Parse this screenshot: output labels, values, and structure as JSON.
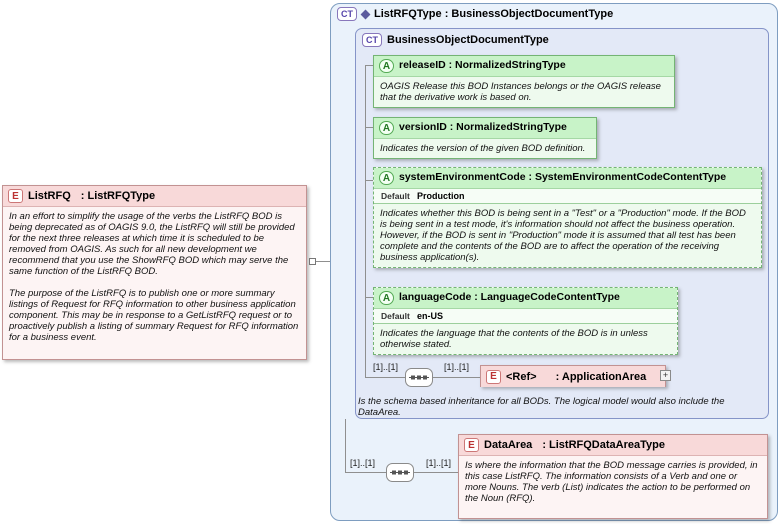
{
  "colors": {
    "element_header": "#f8d9d9",
    "element_border": "#c29292",
    "attribute_header": "#c8f3c8",
    "attribute_border": "#74b474",
    "complextype_outer_bg": "#eaf2fb",
    "complextype_inner_bg": "#e3e9f7",
    "complextype_border": "#7e9dc0"
  },
  "left_element": {
    "badge": "E",
    "name": "ListRFQ",
    "type": ": ListRFQType",
    "doc1": "In an effort to simplify the usage of the verbs the ListRFQ BOD is being deprecated as of OAGIS 9.0, the ListRFQ will still be provided for the next three releases at which time it is scheduled to be removed from OAGIS. As such for all new development we recommend that you use the ShowRFQ BOD which may serve the same function of the ListRFQ BOD.",
    "doc2": "The purpose of the ListRFQ is to publish one or more summary listings of Request for RFQ information to other business application component. This may be in response to a GetListRFQ request or to proactively publish a listing of summary Request for RFQ information for a business event."
  },
  "outer_ct": {
    "badge": "CT",
    "title": "ListRFQType : BusinessObjectDocumentType"
  },
  "inner_ct": {
    "badge": "CT",
    "title": "BusinessObjectDocumentType",
    "footer_doc": "Is the schema based inheritance for all BODs. The logical model would also include the DataArea."
  },
  "attributes": [
    {
      "badge": "A",
      "title": "releaseID : NormalizedStringType",
      "doc": "OAGIS Release this BOD Instances belongs or the OAGIS release that the derivative work is based on."
    },
    {
      "badge": "A",
      "title": "versionID : NormalizedStringType",
      "doc": "Indicates the version of the given BOD definition."
    },
    {
      "badge": "A",
      "title": "systemEnvironmentCode : SystemEnvironmentCodeContentType",
      "default_label": "Default",
      "default_value": "Production",
      "doc": "Indicates whether this BOD is being sent in a \"Test\" or a \"Production\" mode. If the BOD is being sent in a test mode, it's information should not affect the business operation. However, if the BOD is sent in \"Production\" mode it is assumed that all test has been complete and the contents of the BOD are to affect the operation of the receiving business application(s)."
    },
    {
      "badge": "A",
      "title": "languageCode : LanguageCodeContentType",
      "default_label": "Default",
      "default_value": "en-US",
      "doc": "Indicates the language that the contents of the BOD is in unless otherwise stated."
    }
  ],
  "ref_element": {
    "badge": "E",
    "name": "<Ref>",
    "type": ": ApplicationArea",
    "expander": "+"
  },
  "data_area": {
    "badge": "E",
    "name": "DataArea",
    "type": ": ListRFQDataAreaType",
    "doc": "Is where the information that the BOD message carries is provided, in this case ListRFQ. The information consists of a Verb and one or more Nouns. The verb (List) indicates the action to be performed on the Noun (RFQ)."
  },
  "cardinalities": {
    "ref_left": "[1]..[1]",
    "ref_right": "[1]..[1]",
    "dataarea_left": "[1]..[1]",
    "dataarea_right": "[1]..[1]"
  }
}
